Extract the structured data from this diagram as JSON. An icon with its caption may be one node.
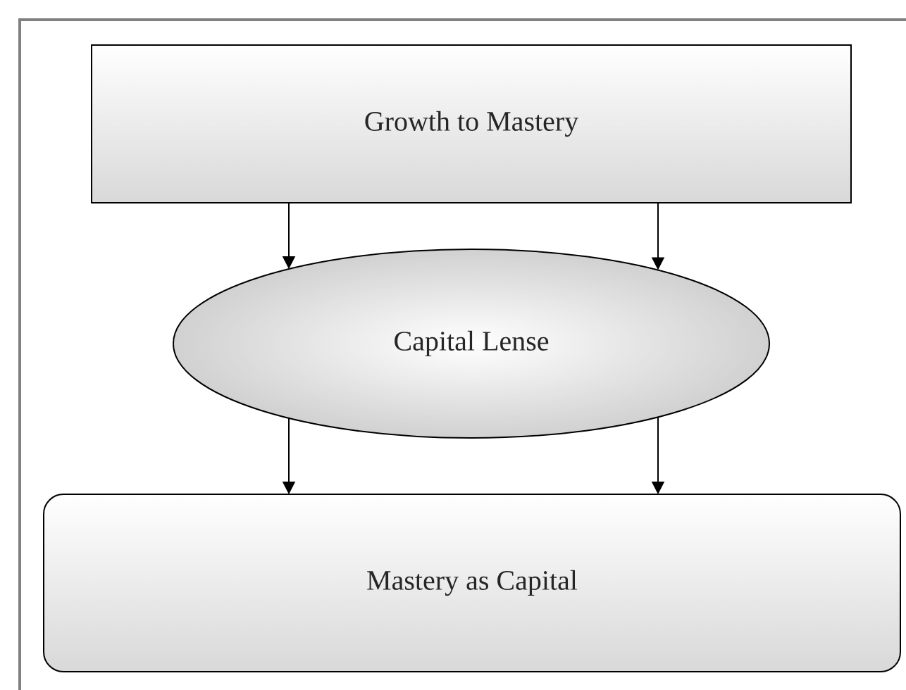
{
  "diagram": {
    "nodes": [
      {
        "text": [
          "Growth to Mastery"
        ]
      },
      {
        "text": [
          "Capital Lense"
        ]
      },
      {
        "text": [
          "Mastery as Capital"
        ]
      }
    ],
    "edges": [
      {
        "from": 0,
        "to": 1,
        "arrow": "to"
      },
      {
        "from": 0,
        "to": 1,
        "arrow": "to"
      },
      {
        "from": 1,
        "to": 2,
        "arrow": "to"
      },
      {
        "from": 1,
        "to": 2,
        "arrow": "to"
      }
    ]
  }
}
